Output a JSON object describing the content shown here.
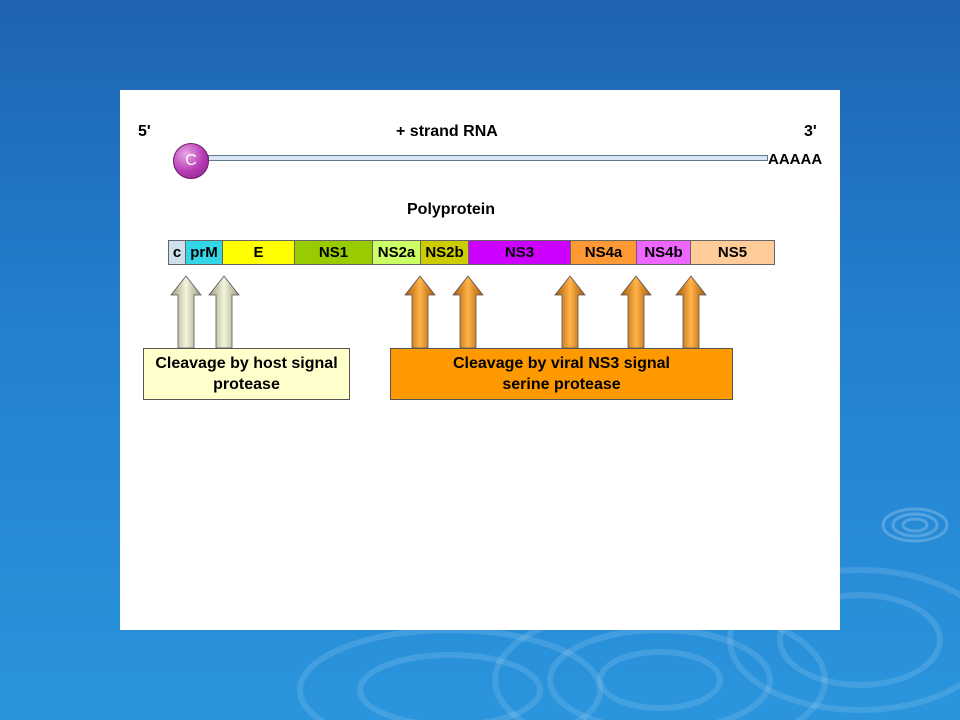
{
  "rna": {
    "five_prime": "5'",
    "three_prime": "3'",
    "title": "+ strand RNA",
    "cap_label": "C",
    "poly_a": "AAAAA"
  },
  "polyprotein": {
    "title": "Polyprotein",
    "segments": [
      {
        "label": "c",
        "color": "#cde0ec"
      },
      {
        "label": "prM",
        "color": "#33d6e6"
      },
      {
        "label": "E",
        "color": "#ffff00"
      },
      {
        "label": "NS1",
        "color": "#99cc00"
      },
      {
        "label": "NS2a",
        "color": "#ccff66"
      },
      {
        "label": "NS2b",
        "color": "#cccc00"
      },
      {
        "label": "NS3",
        "color": "#cc00ff"
      },
      {
        "label": "NS4a",
        "color": "#ff9933"
      },
      {
        "label": "NS4b",
        "color": "#ee66ff"
      },
      {
        "label": "NS5",
        "color": "#ffcc99"
      }
    ]
  },
  "cleavage": {
    "host": {
      "line1": "Cleavage by host signal",
      "line2": "protease",
      "color": "#ffffcc",
      "arrow_color": "#c8c8a8"
    },
    "viral": {
      "line1": "Cleavage by viral NS3 signal",
      "line2": "serine protease",
      "color": "#ff9900",
      "arrow_color": "#e07a10"
    }
  }
}
